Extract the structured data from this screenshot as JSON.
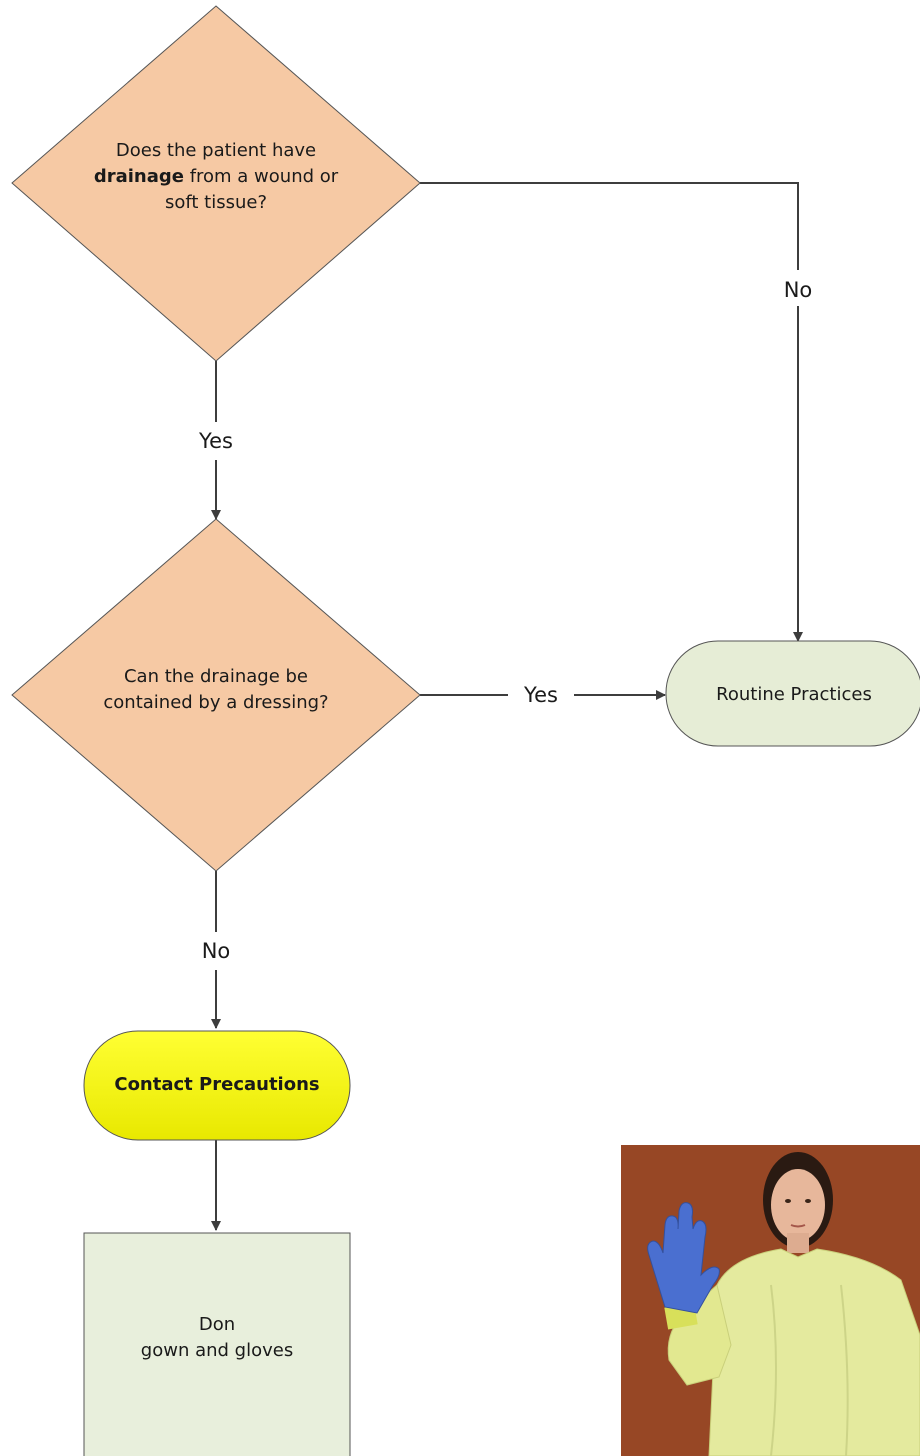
{
  "decision1": {
    "line1": "Does the patient have",
    "bold_word": "drainage",
    "line2_rest": " from a wound or",
    "line3": "soft tissue?"
  },
  "decision2": {
    "line1": "Can the drainage be",
    "line2": "contained by a dressing?"
  },
  "edges": {
    "d1_no": "No",
    "d1_yes": "Yes",
    "d2_yes": "Yes",
    "d2_no": "No"
  },
  "terminals": {
    "routine": "Routine Practices",
    "contact": "Contact Precautions"
  },
  "action": {
    "line1": "Don",
    "line2": "gown and gloves"
  },
  "colors": {
    "decision_fill": "#f6c9a4",
    "routine_fill": "#e6edd6",
    "contact_fill": "#f2f200",
    "action_fill": "#e8efdc",
    "stroke": "#3d3d3d",
    "photo_background": "#8a3f22",
    "gown": "#e4ea9e",
    "glove": "#4a6fd0"
  },
  "photo": {
    "subject": "person-in-yellow-gown-raising-blue-gloved-hand"
  }
}
